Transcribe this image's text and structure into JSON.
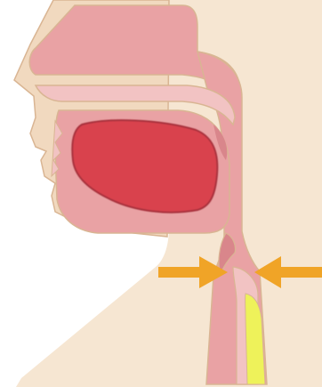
{
  "diagram": {
    "type": "anatomical-cross-section",
    "subject": "head-and-throat",
    "colors": {
      "background": "#ffffff",
      "skin_light": "#f6e6d2",
      "skin": "#f1d9bf",
      "skin_edge": "#d9b593",
      "tissue": "#e9a2a4",
      "tissue_light": "#f2c3c3",
      "tissue_dark": "#d9868b",
      "tongue": "#d9434e",
      "tongue_edge": "#a8323c",
      "yellow": "#eef25a",
      "arrow": "#f0a427"
    },
    "arrows": [
      {
        "direction": "right",
        "meaning": "inward-pressure"
      },
      {
        "direction": "left",
        "meaning": "inward-pressure"
      }
    ]
  }
}
